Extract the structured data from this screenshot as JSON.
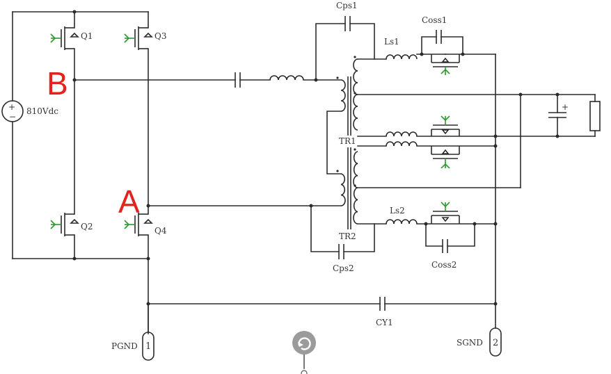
{
  "colors": {
    "wire": "#2b2b2b",
    "gate_arrow": "#2a9a2a",
    "node_letter": "#e4231d",
    "rotate_button": "#9b9b9b"
  },
  "labels": {
    "q1": "Q1",
    "q2": "Q2",
    "q3": "Q3",
    "q4": "Q4",
    "source": "810Vdc",
    "node_b": "B",
    "node_a": "A",
    "cps1": "Cps1",
    "cps2": "Cps2",
    "ls1": "Ls1",
    "ls2": "Ls2",
    "coss1": "Coss1",
    "coss2": "Coss2",
    "tr1": "TR1",
    "tr2": "TR2",
    "cy1": "CY1",
    "pgnd": "PGND",
    "sgnd": "SGND",
    "pin1": "1",
    "pin2": "2"
  },
  "icons": {
    "rotate": "rotate-icon"
  }
}
